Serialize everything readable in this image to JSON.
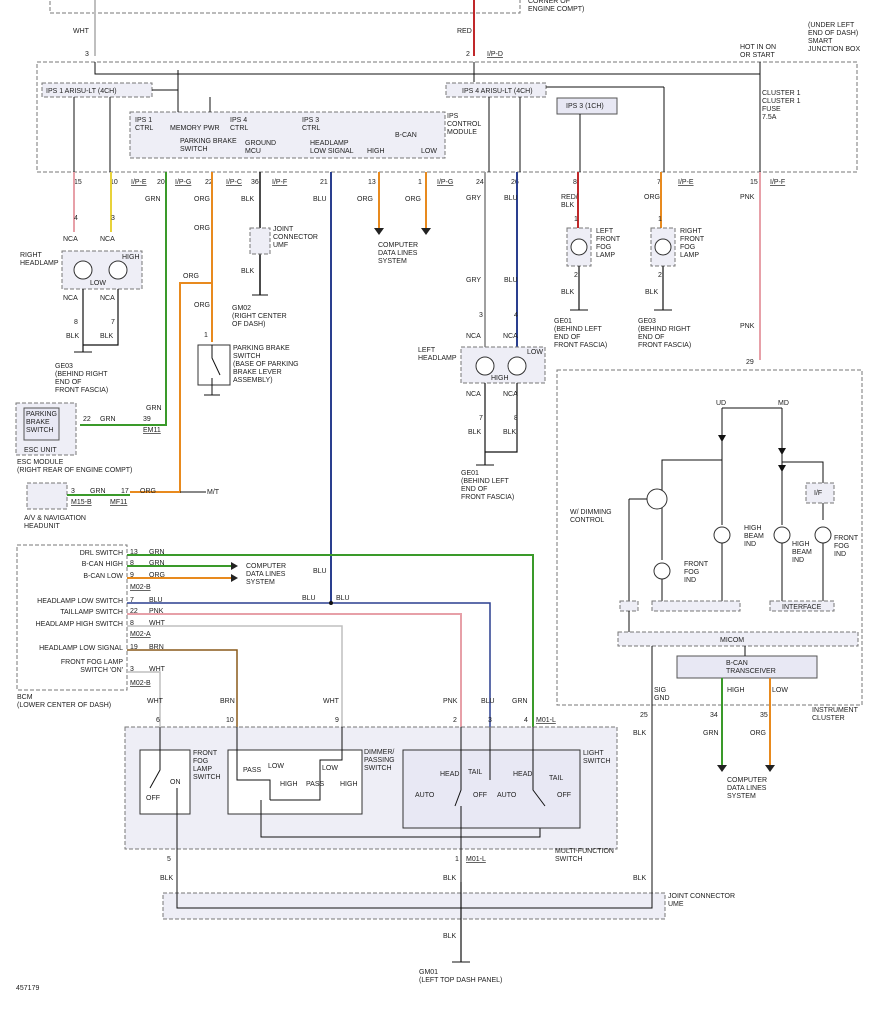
{
  "top": {
    "corner_engine": "CORNER OF\nENGINE COMPT)",
    "wht_label": "WHT",
    "red_label": "RED",
    "pin3": "3",
    "pin2": "2",
    "ip_d": "I/P-D",
    "smart_junction": "(UNDER LEFT\nEND OF DASH)\nSMART\nJUNCTION BOX",
    "hot_in_on": "HOT IN ON\nOR START",
    "cluster_fuse": "CLUSTER 1\nCLUSTER 1\nFUSE\n7.5A",
    "ips1": "IPS 1 ARISU-LT (4CH)",
    "ips4": "IPS 4 ARISU-LT (4CH)",
    "ips3_1ch": "IPS 3 (1CH)",
    "ips1_ctrl": "IPS 1\nCTRL",
    "memory_pwr": "MEMORY PWR",
    "ips4_ctrl": "IPS 4\nCTRL",
    "ips3_ctrl": "IPS 3\nCTRL",
    "ips_control_module": "IPS\nCONTROL\nMODULE",
    "parking_brake_switch": "PARKING BRAKE\nSWITCH",
    "ground_mcu": "GROUND\nMCU",
    "headlamp_low_signal": "HEADLAMP\nLOW SIGNAL",
    "bcan": "B-CAN",
    "high": "HIGH",
    "low": "LOW"
  },
  "pins_row": {
    "items": [
      {
        "pin": "15",
        "wire": "PNK"
      },
      {
        "pin": "10",
        "wire": "YEL"
      },
      {
        "pin": "I/P-E",
        "wire": ""
      },
      {
        "pin": "20",
        "wire": "GRN"
      },
      {
        "pin": "I/P-G",
        "wire": ""
      },
      {
        "pin": "22",
        "wire": "ORG"
      },
      {
        "pin": "I/P-C",
        "wire": ""
      },
      {
        "pin": "36",
        "wire": "BLK"
      },
      {
        "pin": "I/P-F",
        "wire": ""
      },
      {
        "pin": "21",
        "wire": "BLU"
      },
      {
        "pin": "13",
        "wire": "ORG"
      },
      {
        "pin": "1",
        "wire": "ORG"
      },
      {
        "pin": "I/P-G",
        "wire": ""
      },
      {
        "pin": "24",
        "wire": "GRY"
      },
      {
        "pin": "26",
        "wire": "BLU"
      },
      {
        "pin": "8",
        "wire": "RED/\nBLK"
      },
      {
        "pin": "7",
        "wire": "ORG"
      },
      {
        "pin": "I/P-E",
        "wire": ""
      },
      {
        "pin": "15",
        "wire": "PNK"
      },
      {
        "pin": "I/P-F",
        "wire": ""
      }
    ]
  },
  "left": {
    "right_headlamp": "RIGHT\nHEADLAMP",
    "nca": "NCA",
    "high": "HIGH",
    "low": "LOW",
    "ge03_right": "GE03\n(BEHIND RIGHT\nEND OF\nFRONT FASCIA)",
    "pin4": "4",
    "pin3": "3",
    "pin8": "8",
    "pin7": "7",
    "blk": "BLK",
    "grn": "GRN",
    "org": "ORG",
    "parking_brake": "PARKING\nBRAKE\nSWITCH",
    "esc_unit": "ESC UNIT",
    "esc_module": "ESC MODULE\n(RIGHT REAR OF ENGINE COMPT)",
    "pin22": "22",
    "pin39": "39",
    "em11": "EM11",
    "av_nav": "A/V & NAVIGATION\nHEADUNIT",
    "pin3b": "3",
    "m15b": "M15-B",
    "pin17": "17",
    "mf11": "MF11",
    "mt": "M/T",
    "pb_switch_label": "PARKING BRAKE\nSWITCH\n(BASE OF PARKING\nBRAKE LEVER\nASSEMBLY)",
    "pin1": "1",
    "joint_connector_umf": "JOINT\nCONNECTOR\nUMF",
    "gm02": "GM02\n(RIGHT CENTER\nOF DASH)"
  },
  "mid": {
    "computer_data_lines": "COMPUTER\nDATA LINES\nSYSTEM",
    "left_headlamp": "LEFT\nHEADLAMP",
    "ge01_left": "GE01\n(BEHIND LEFT\nEND OF\nFRONT FASCIA)",
    "left_fog": "LEFT\nFRONT\nFOG\nLAMP",
    "right_fog": "RIGHT\nFRONT\nFOG\nLAMP",
    "ge01b": "GE01\n(BEHIND LEFT\nEND OF\nFRONT FASCIA)",
    "ge03b": "GE03\n(BEHIND RIGHT\nEND OF\nFRONT FASCIA)"
  },
  "cluster": {
    "pin29": "29",
    "ud": "UD",
    "md": "MD",
    "w_dimming": "W/ DIMMING\nCONTROL",
    "if": "I/F",
    "high_beam_ind": "HIGH\nBEAM\nIND",
    "high_beam_ind2": "HIGH\nBEAM\nIND",
    "front_fog_ind": "FRONT\nFOG\nIND",
    "front_fog_ind2": "FRONT\nFOG\nIND",
    "interface": "INTERFACE",
    "micom": "MICOM",
    "bcan_transceiver": "B-CAN\nTRANSCEIVER",
    "sig_gnd": "SIG\nGND",
    "high": "HIGH",
    "low": "LOW",
    "instrument_cluster": "INSTRUMENT\nCLUSTER",
    "pin25": "25",
    "pin34": "34",
    "pin35": "35",
    "grn": "GRN",
    "org": "ORG",
    "blk": "BLK",
    "computer_data_lines": "COMPUTER\nDATA LINES\nSYSTEM"
  },
  "bcm": {
    "rows": [
      {
        "label": "DRL SWITCH",
        "pin": "13",
        "wire": "GRN"
      },
      {
        "label": "B-CAN HIGH",
        "pin": "8",
        "wire": "GRN"
      },
      {
        "label": "B-CAN LOW",
        "pin": "9",
        "wire": "ORG"
      },
      {
        "label": "HEADLAMP LOW SWITCH",
        "pin": "7",
        "wire": "BLU"
      },
      {
        "label": "TAILLAMP SWITCH",
        "pin": "22",
        "wire": "PNK"
      },
      {
        "label": "HEADLAMP HIGH SWITCH",
        "pin": "8",
        "wire": "WHT"
      },
      {
        "label": "HEADLAMP LOW SIGNAL",
        "pin": "19",
        "wire": "BRN"
      },
      {
        "label": "FRONT FOG LAMP\nSWITCH 'ON'",
        "pin": "3",
        "wire": "WHT"
      }
    ],
    "m02b": "M02-B",
    "m02a": "M02-A",
    "m02b2": "M02-B",
    "bcm_label": "BCM\n(LOWER CENTER OF DASH)",
    "computer_data_lines": "COMPUTER\nDATA LINES\nSYSTEM",
    "blu1": "BLU",
    "blu2": "BLU",
    "blu3": "BLU"
  },
  "mfs": {
    "wht": "WHT",
    "brn": "BRN",
    "wht2": "WHT",
    "pnk": "PNK",
    "blu": "BLU",
    "grn": "GRN",
    "pin6": "6",
    "pin10": "10",
    "pin9": "9",
    "pin2": "2",
    "pin3": "3",
    "pin4": "4",
    "m01l": "M01-L",
    "front_fog_switch": "FRONT\nFOG\nLAMP\nSWITCH",
    "on": "ON",
    "off": "OFF",
    "dimmer": "DIMMER/\nPASSING\nSWITCH",
    "pass": "PASS",
    "low": "LOW",
    "high": "HIGH",
    "light_switch": "LIGHT\nSWITCH",
    "head": "HEAD",
    "tail": "TAIL",
    "auto": "AUTO",
    "multi_function": "MULTI-FUNCTION\nSWITCH",
    "pin5": "5",
    "pin1": "1",
    "m01l2": "M01-L",
    "blk": "BLK",
    "joint_ume": "JOINT CONNECTOR\nUME",
    "gm01": "GM01\n(LEFT TOP DASH PANEL)",
    "doc_id": "457179"
  },
  "colors": {
    "red": "#c0282a",
    "pink": "#e7a0a8",
    "yellow": "#e8d23a",
    "green": "#3a9a2a",
    "orange": "#e88a1e",
    "blue": "#2a3f8f",
    "gray": "#a0a0a0",
    "brown": "#8a5a1a",
    "black": "#111111",
    "white_wire": "#bfbfbf"
  }
}
